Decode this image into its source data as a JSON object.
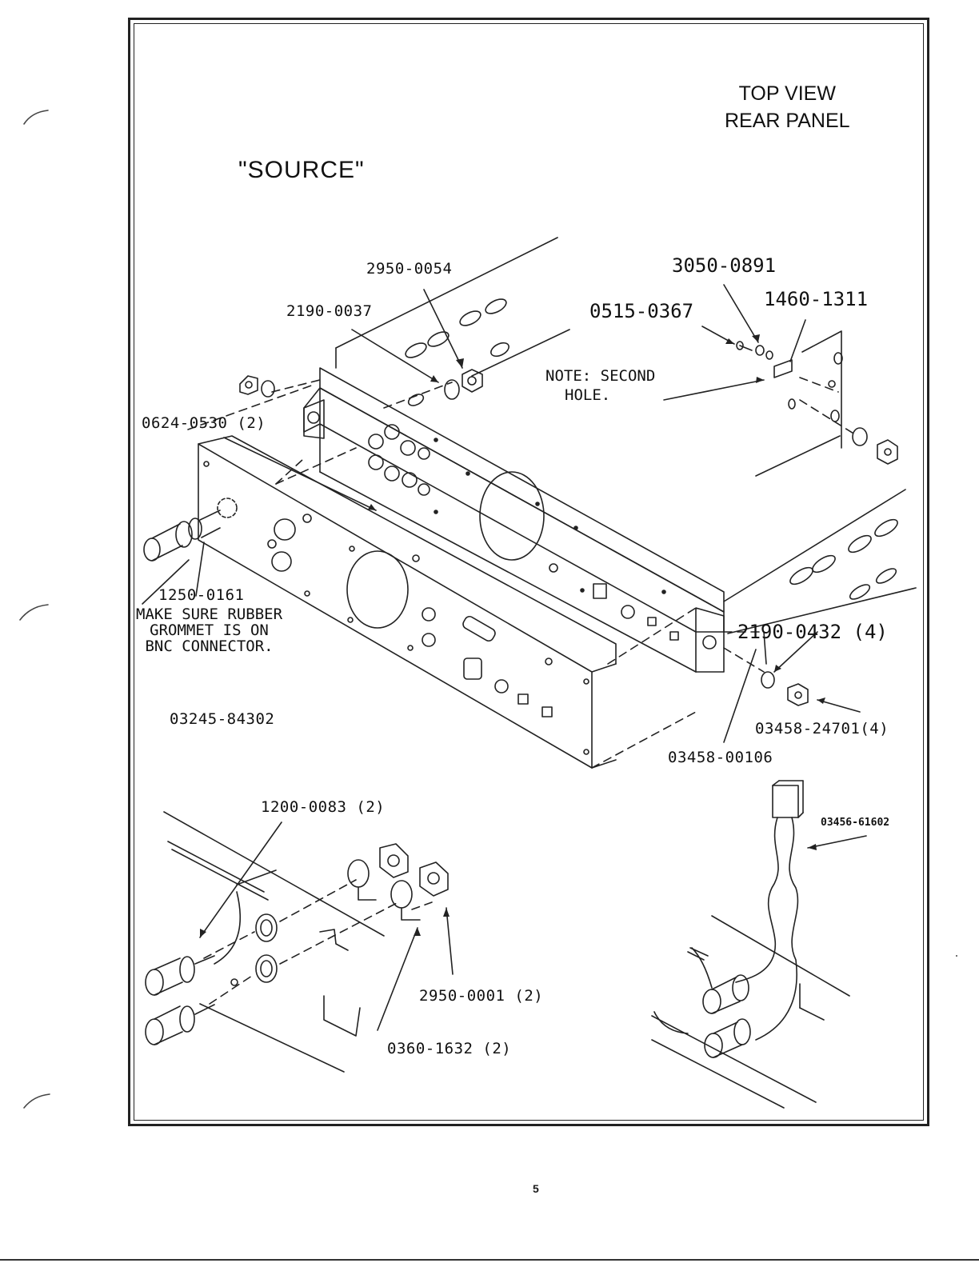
{
  "diagram": {
    "title_line1": "TOP VIEW",
    "title_line2": "REAR PANEL",
    "source_label": "\"SOURCE\"",
    "assembly_number": "03245-84302"
  },
  "labels": {
    "p2950_0054": "2950-0054",
    "p3050_0891": "3050-0891",
    "p1460_1311": "1460-1311",
    "p2190_0037": "2190-0037",
    "p0515_0367": "0515-0367",
    "note_line1": "NOTE: SECOND",
    "note_line2": "HOLE.",
    "p0624_0530": "0624-0530 (2)",
    "p1250_0161": "1250-0161",
    "grommet_line1": "MAKE SURE RUBBER",
    "grommet_line2": "GROMMET IS ON",
    "grommet_line3": "BNC CONNECTOR.",
    "p2190_0432": "2190-0432 (4)",
    "p03458_24701": "03458-24701(4)",
    "p03458_00106": "03458-00106",
    "p1200_0083": "1200-0083 (2)",
    "p03456_61602": "03456-61602",
    "p2950_0001": "2950-0001 (2)",
    "p0360_1632": "0360-1632 (2)"
  },
  "page": {
    "number": "5"
  }
}
